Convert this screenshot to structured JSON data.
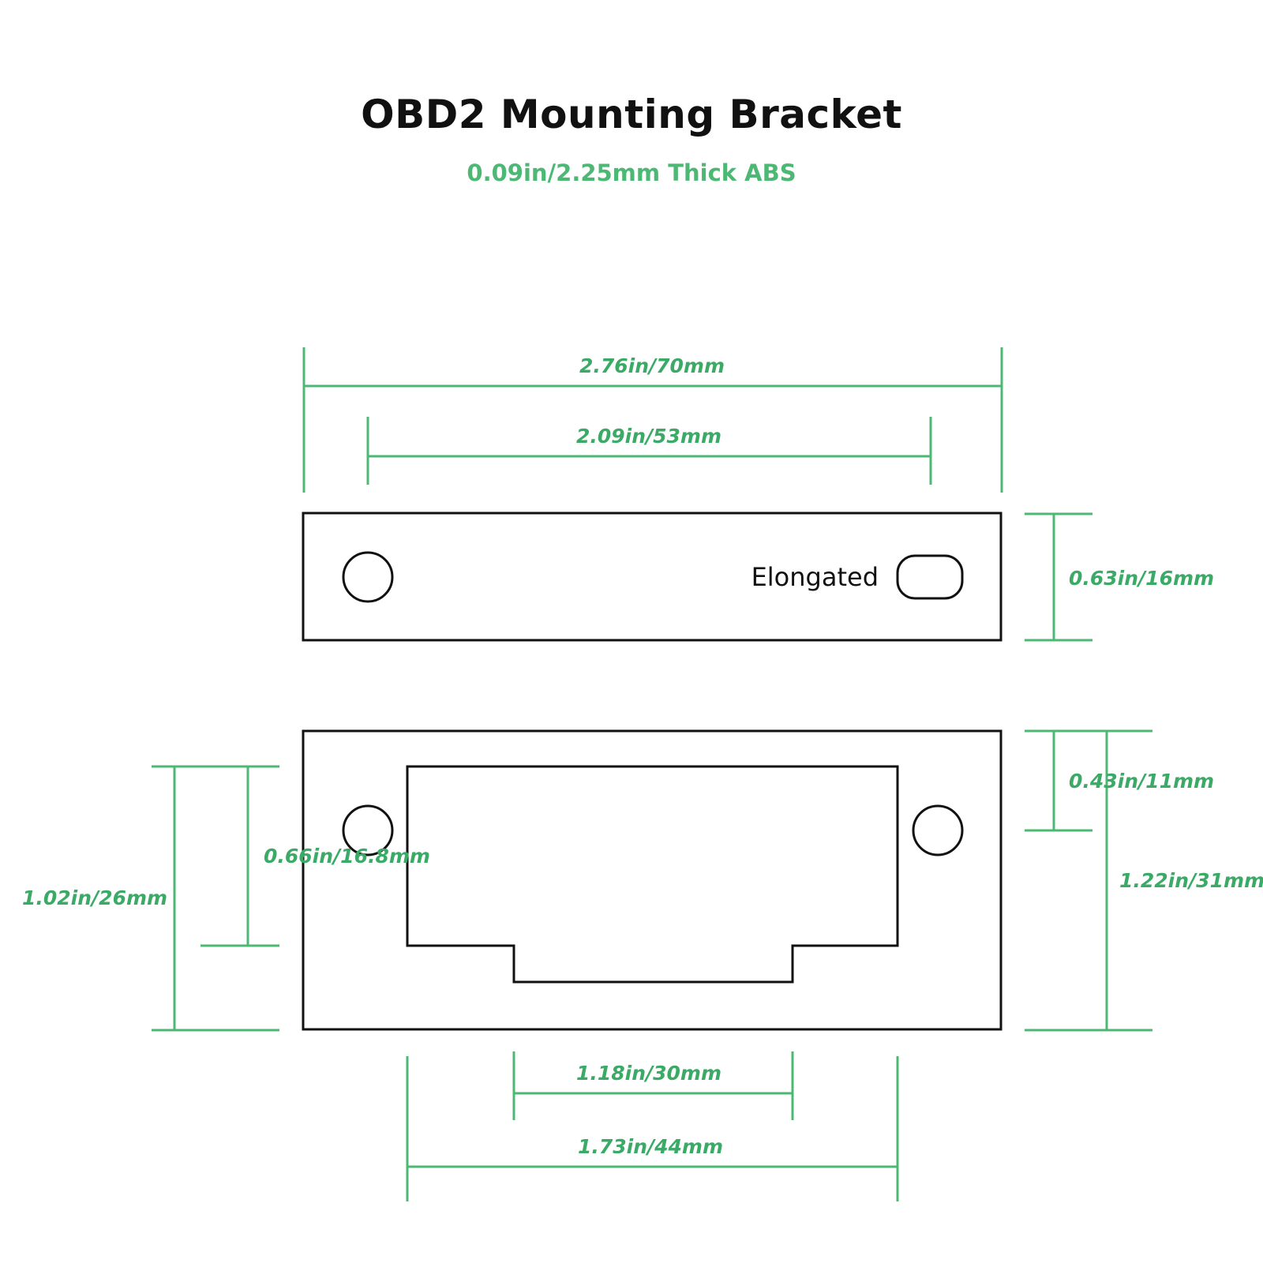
{
  "title": "OBD2 Mounting Bracket",
  "subtitle": "0.09in/2.25mm Thick ABS",
  "colors": {
    "outline": "#111111",
    "dimension": "#4cb874",
    "dimension_text": "#3aaa66"
  },
  "top_view": {
    "slot_label": "Elongated"
  },
  "dimensions": {
    "overall_width": "2.76in/70mm",
    "hole_spacing": "2.09in/53mm",
    "top_height": "0.63in/16mm",
    "hole_offset": "0.43in/11mm",
    "bottom_height": "1.22in/31mm",
    "cutout_height_outer": "1.02in/26mm",
    "cutout_height_inner": "0.66in/16.8mm",
    "notch_width": "1.18in/30mm",
    "cutout_width": "1.73in/44mm"
  }
}
